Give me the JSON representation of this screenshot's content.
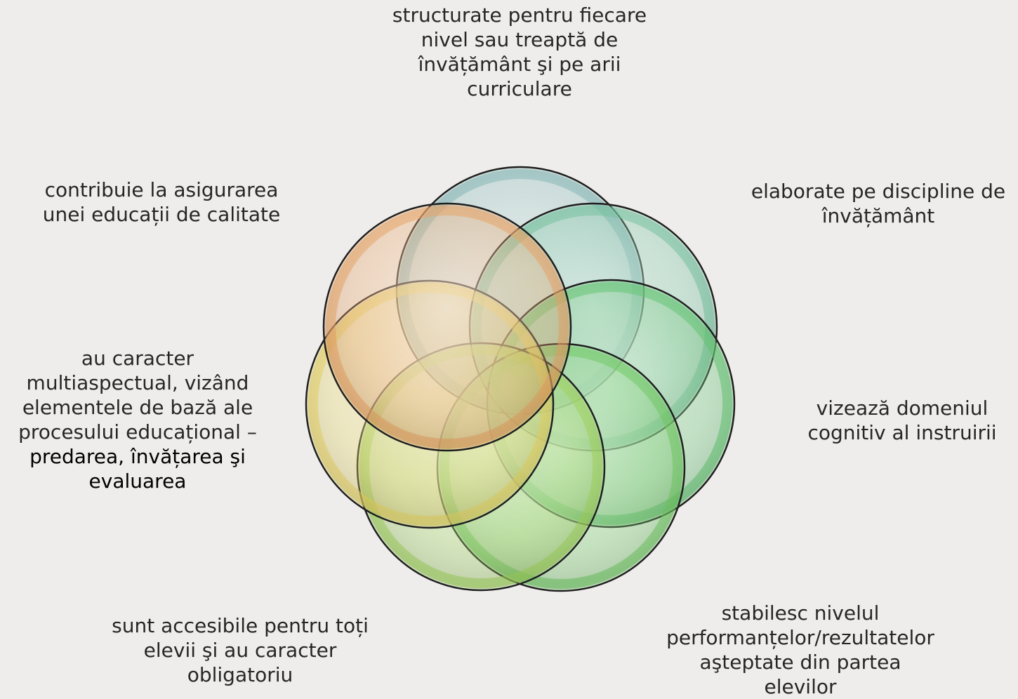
{
  "labels": {
    "top": [
      "structurate pentru fiecare",
      "nivel sau treaptă de",
      "învățământ şi pe arii",
      "curriculare"
    ],
    "top_left": [
      "contribuie la asigurarea",
      "unei educații de calitate"
    ],
    "top_right": [
      "elaborate pe discipline de",
      "învățământ"
    ],
    "left": {
      "lines": [
        "au caracter",
        "multiaspectual, vizând",
        "elementele de bază ale",
        "procesului educațional –"
      ],
      "emphasis": [
        "predarea, învățarea şi",
        "evaluarea"
      ]
    },
    "right": [
      "vizează domeniul",
      "cognitiv al instruirii"
    ],
    "bottom_left": [
      "sunt accesibile pentru toți",
      "elevii şi au caracter",
      "obligatoriu"
    ],
    "bottom_right": [
      "stabilesc nivelul",
      "performanțelor/rezultatelor",
      "aşteptate din partea",
      "elevilor"
    ]
  },
  "circles": [
    {
      "name": "circle-teal",
      "color": "#7fb3b3"
    },
    {
      "name": "circle-seagreen",
      "color": "#6fbf9a"
    },
    {
      "name": "circle-green",
      "color": "#5cc26e"
    },
    {
      "name": "circle-green-bottom-right",
      "color": "#6cc95f"
    },
    {
      "name": "circle-lightgreen",
      "color": "#9ed45a"
    },
    {
      "name": "circle-yellow",
      "color": "#e8d460"
    },
    {
      "name": "circle-orange",
      "color": "#e8a060"
    }
  ]
}
